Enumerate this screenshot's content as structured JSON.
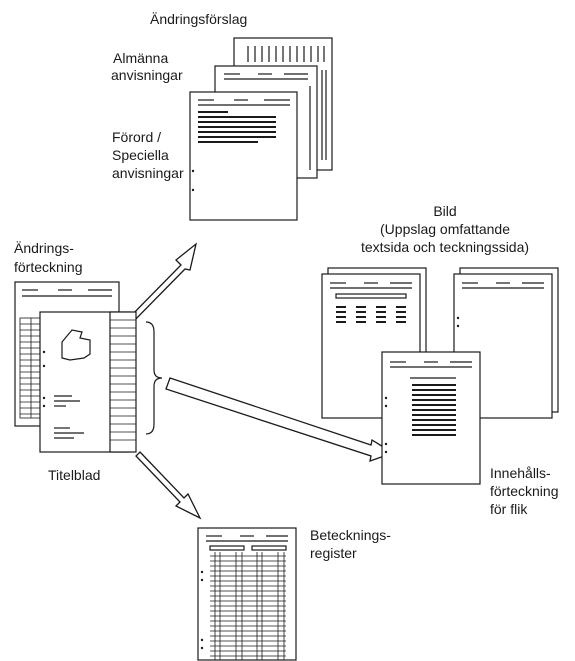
{
  "labels": {
    "andringsforslag": "Ändringsförslag",
    "almanna_1": "Almänna",
    "almanna_2": "anvisningar",
    "forord_1": "Förord /",
    "forord_2": "Speciella",
    "forord_3": "anvisningar",
    "andringsforteckning_1": "Ändrings-",
    "andringsforteckning_2": "förteckning",
    "bild_1": "Bild",
    "bild_2": "(Uppslag omfattande",
    "bild_3": "textsida och teckningssida)",
    "titelblad": "Titelblad",
    "innehall_1": "Innehålls-",
    "innehall_2": "förteckning",
    "innehall_3": "för flik",
    "beteckning_1": "Betecknings-",
    "beteckning_2": "register"
  }
}
